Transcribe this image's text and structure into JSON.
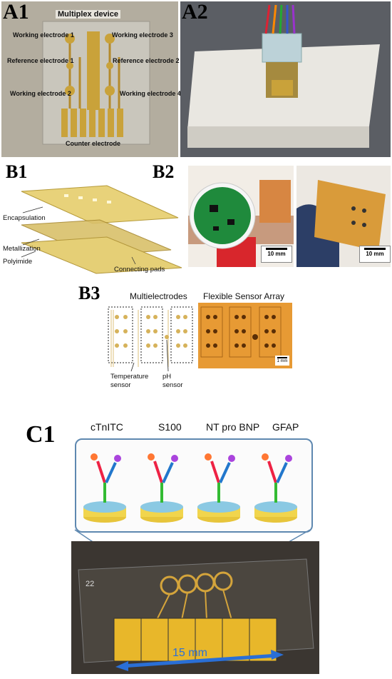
{
  "panels": {
    "a1": {
      "letter": "A1",
      "title": "Multiplex device",
      "labels": [
        "Working electrode 1",
        "Working electrode 3",
        "Reference electrode 1",
        "Reference electrode 2",
        "Working electrode 2",
        "Working electrode 4",
        "Counter electrode"
      ]
    },
    "a2": {
      "letter": "A2"
    },
    "b1": {
      "letter": "B1",
      "labels": [
        "Encapsulation",
        "Metallization",
        "Polyimide",
        "Connecting pads"
      ]
    },
    "b2": {
      "letter": "B2",
      "scale_left": "10 mm",
      "scale_right": "10 mm"
    },
    "b3": {
      "letter": "B3",
      "multielectrodes": "Multielectrodes",
      "array_title": "Flexible Sensor Array",
      "temperature": "Temperature\nsensor",
      "ph": "pH\nsensor",
      "scale": "1 mm"
    },
    "c1": {
      "letter": "C1",
      "markers": [
        "cTnITC",
        "S100",
        "NT pro BNP",
        "GFAP"
      ],
      "chip_number": "22",
      "scale": "15 mm"
    }
  },
  "colors": {
    "gold": "#c9a23a",
    "green_board": "#1f8a3c",
    "strap_red": "#d8262c",
    "orange_film": "#e8a03a",
    "scale_arrow": "#2a6fd6"
  }
}
